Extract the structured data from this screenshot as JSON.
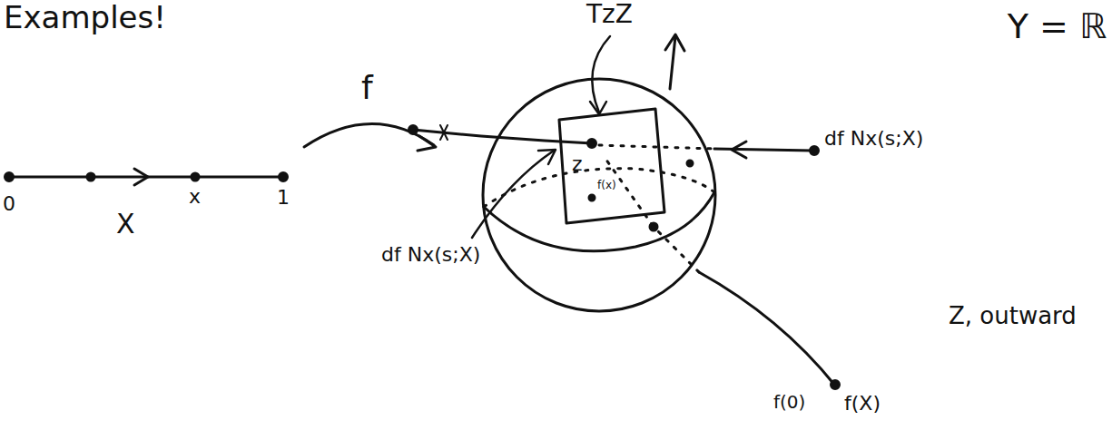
{
  "diagram": {
    "title": "Examples!",
    "labels": [
      "Y = ℝ",
      "0",
      "x",
      "1",
      "X",
      "f",
      "TzZ",
      "z",
      "df Nx(s;X)",
      "f(x)",
      "df Nx(s;X)",
      "Z, outward",
      "f(0)",
      "f(X)"
    ]
  }
}
